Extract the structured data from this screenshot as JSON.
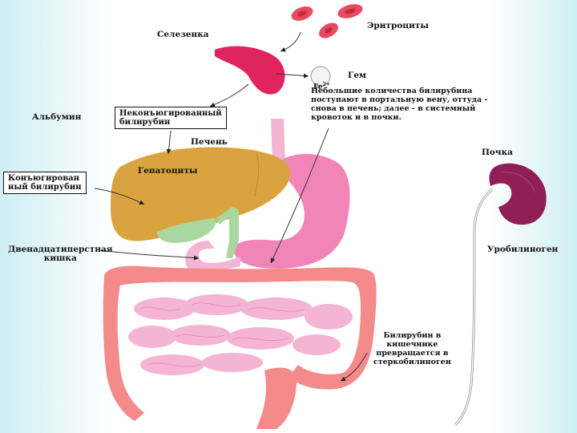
{
  "labels": {
    "erythrocytes": "Эритроциты",
    "spleen": "Селезенка",
    "heme": "Гем",
    "fe": "Fe",
    "fe_charge": "2+",
    "albumin": "Альбумин",
    "unconjugated": "Неконъюгированный\nбилирубин",
    "liver": "Печень",
    "hepatocytes": "Гепатоциты",
    "conjugated": "Конъюгирован\nный билирубин",
    "duodenum": "Двенадцатиперстная\nкишка",
    "kidney": "Почка",
    "urobilinogen": "Уробилиноген",
    "portal_text": "Небольшие количества билирубина\nпоступают в портальную вену, оттуда -\nснова в печень; далее - в системный\nкровоток и в почки.",
    "intestine_text": "Билирубин в\nкишечнике\nпревращается в\nстеркобилиноген"
  },
  "colors": {
    "blood": "#e84a5f",
    "spleen": "#e0245e",
    "liver": "#d9a440",
    "gallbladder": "#a8d8a0",
    "stomach": "#f285b8",
    "small_intestine": "#f4b5d4",
    "large_intestine": "#f48a8a",
    "kidney": "#8f1f55",
    "background_edge": "#cfeef3"
  }
}
